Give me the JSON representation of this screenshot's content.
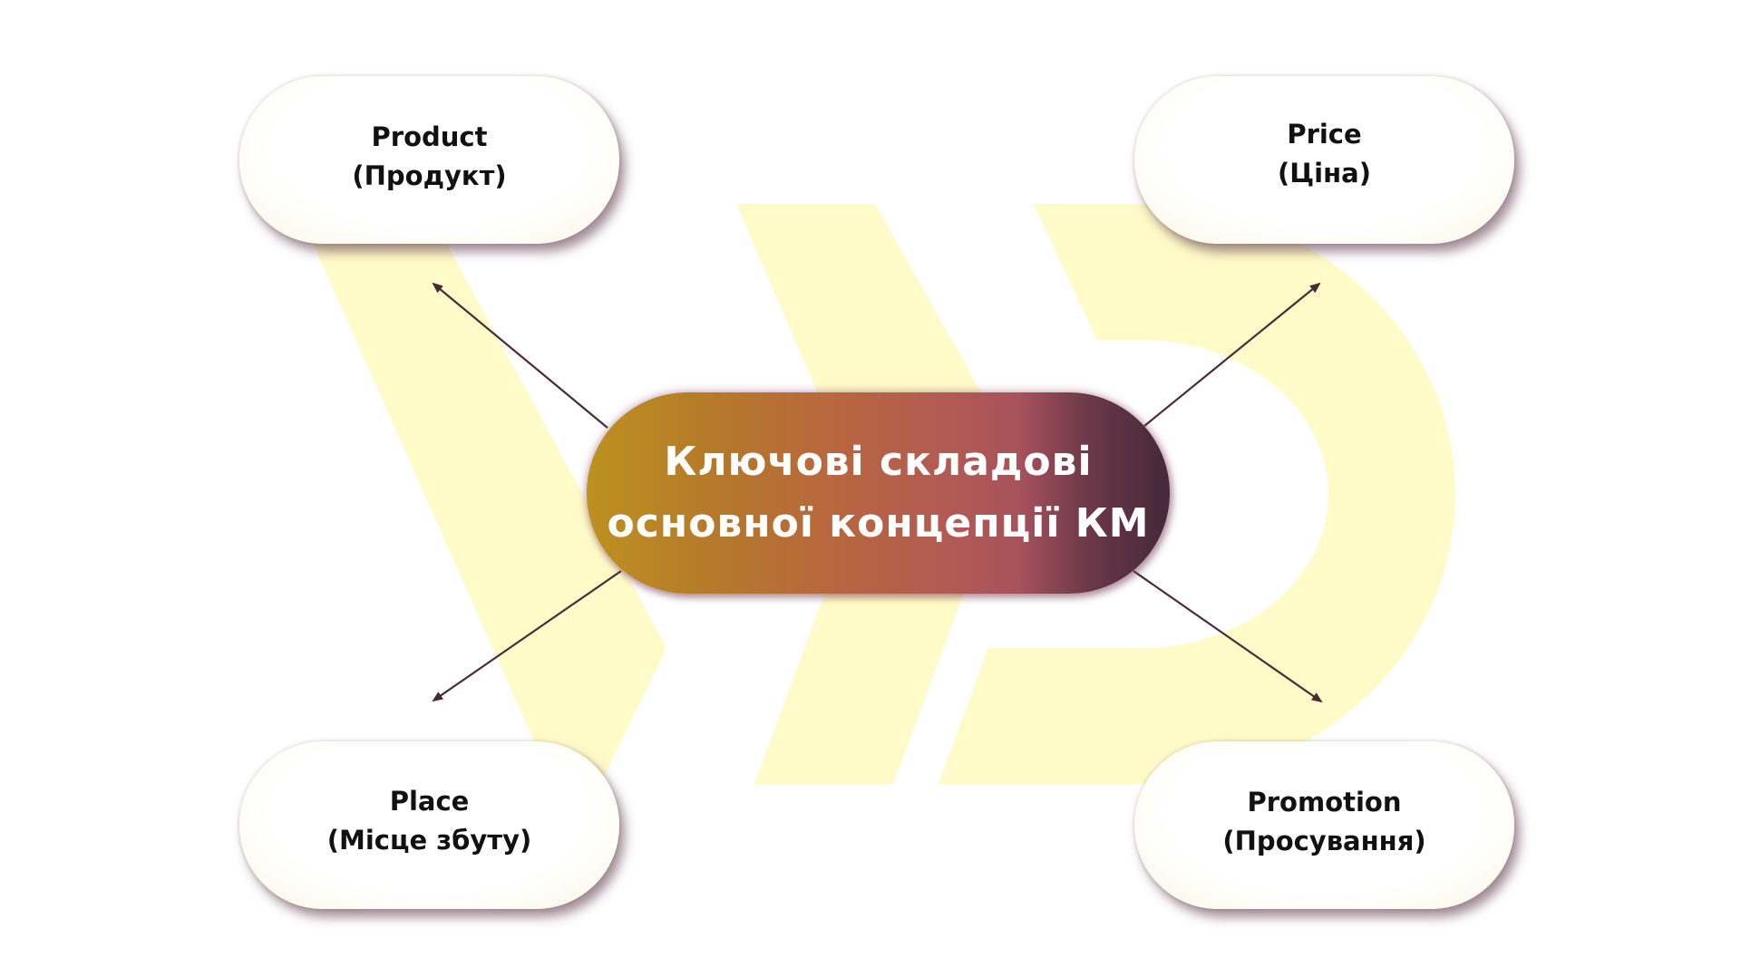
{
  "colors": {
    "watermark": "#fffbc8",
    "arrow": "#4a2a38",
    "center_gradient": [
      "#bd9120",
      "#b8673e",
      "#a8525c",
      "#44283a"
    ],
    "node_fill": "#ffffff",
    "node_text": "#111111",
    "center_text": "#ffffff"
  },
  "center": {
    "line1": "Ключові складові",
    "line2": "основної концепції КМ"
  },
  "nodes": {
    "product": {
      "en": "Product",
      "ua": "(Продукт)"
    },
    "price": {
      "en": "Price",
      "ua": "(Ціна)"
    },
    "place": {
      "en": "Place",
      "ua": "(Місце збуту)"
    },
    "promotion": {
      "en": "Promotion",
      "ua": "(Просування)"
    }
  },
  "watermark": {
    "shape": "VD-logo"
  }
}
